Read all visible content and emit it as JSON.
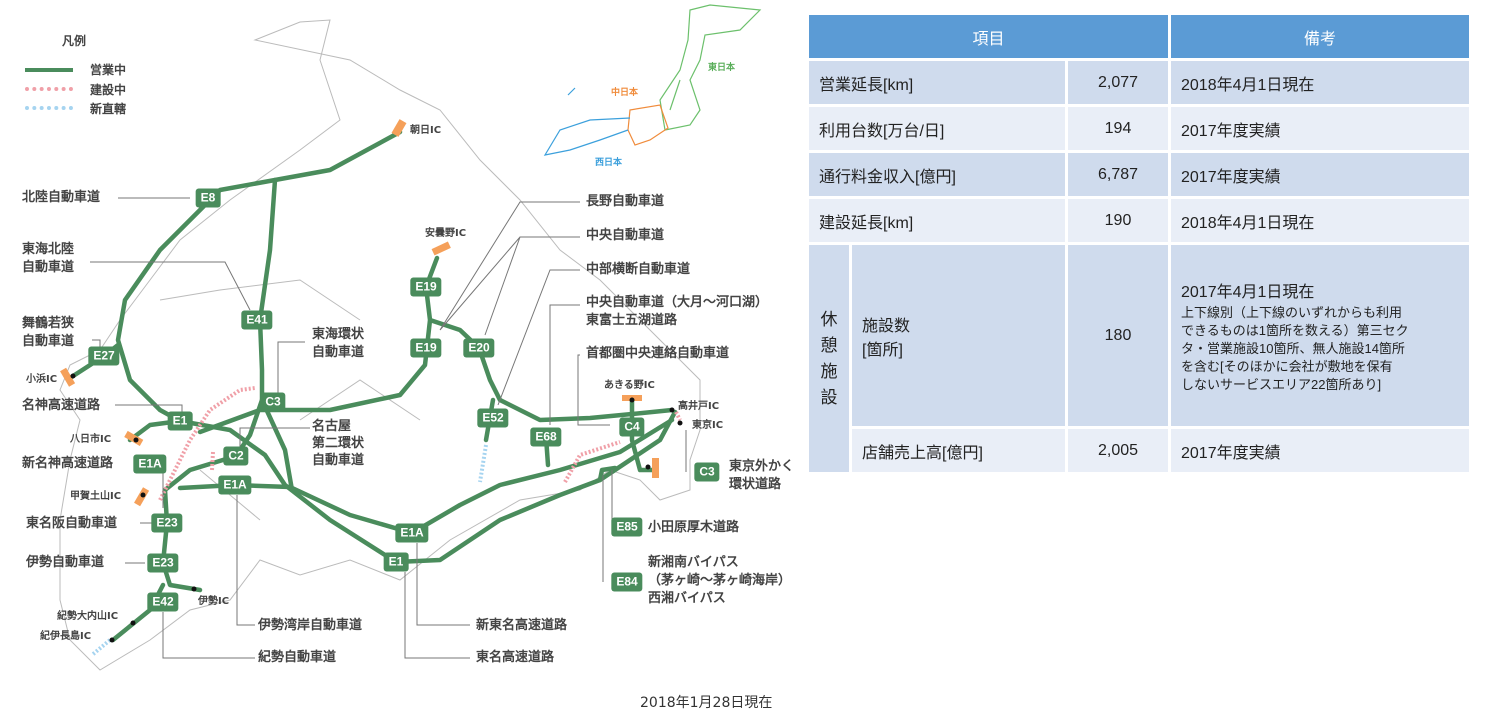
{
  "legend": {
    "title": "凡例",
    "items": [
      {
        "label": "営業中",
        "color": "#4a8c5c"
      },
      {
        "label": "建設中",
        "color": "#f0a0a8"
      },
      {
        "label": "新直轄",
        "color": "#a6d4f0"
      }
    ]
  },
  "inset": {
    "east": "東日本",
    "central": "中日本",
    "west": "西日本"
  },
  "shields": [
    "E8",
    "E41",
    "E27",
    "C3",
    "E1",
    "C2",
    "E1A",
    "E1A",
    "E23",
    "E23",
    "E42",
    "E19",
    "E19",
    "E20",
    "E52",
    "E68",
    "C4",
    "C3",
    "E1A",
    "E1",
    "E85",
    "E84"
  ],
  "roads": {
    "hokuriku": "北陸自動車道",
    "tokai_hokuriku": [
      "東海北陸",
      "自動車道"
    ],
    "maizuru": [
      "舞鶴若狭",
      "自動車道"
    ],
    "meishin": "名神高速道路",
    "shin_meishin": "新名神高速道路",
    "higashi_meihan": "東名阪自動車道",
    "ise": "伊勢自動車道",
    "isewangan": "伊勢湾岸自動車道",
    "kisei": "紀勢自動車道",
    "shin_tomei": "新東名高速道路",
    "tomei": "東名高速道路",
    "nagano": "長野自動車道",
    "chuo": "中央自動車道",
    "chubu_odan": "中部横断自動車道",
    "chuo_otsuki": "中央自動車道（大月～河口湖）",
    "higashi_fuji": "東富士五湖道路",
    "ken_o": "首都圏中央連絡自動車道",
    "gaikan": [
      "東京外かく",
      "環状道路"
    ],
    "odawara": "小田原厚木道路",
    "shonan": [
      "新湘南バイパス",
      "（茅ヶ崎～茅ヶ崎海岸）",
      "西湘バイパス"
    ],
    "tokai_kanjo": [
      "東海環状",
      "自動車道"
    ],
    "nagoya2": [
      "名古屋",
      "第二環状",
      "自動車道"
    ]
  },
  "ics": {
    "asahi": "朝日IC",
    "azumino": "安曇野IC",
    "obama": "小浜IC",
    "yokaichi": "八日市IC",
    "koka": "甲賀土山IC",
    "ise": "伊勢IC",
    "kisei_ouchiyama": "紀勢大内山IC",
    "kii_nagashima": "紀伊長島IC",
    "akiruno": "あきる野IC",
    "takaido": "高井戸IC",
    "tokyo": "東京IC"
  },
  "footer": "2018年1月28日現在",
  "table": {
    "headers": [
      "項目",
      "備考"
    ],
    "rows": [
      {
        "item": "営業延長[km]",
        "value": "2,077",
        "note": "2018年4月1日現在"
      },
      {
        "item": "利用台数[万台/日]",
        "value": "194",
        "note": "2017年度実績"
      },
      {
        "item": "通行料金収入[億円]",
        "value": "6,787",
        "note": "2017年度実績"
      },
      {
        "item": "建設延長[km]",
        "value": "190",
        "note": "2018年4月1日現在"
      }
    ],
    "group": {
      "label": "休\n憩\n施\n設",
      "label_chars": [
        "休",
        "憩",
        "施",
        "設"
      ],
      "rows": [
        {
          "item": [
            "施設数",
            "[箇所]"
          ],
          "value": "180",
          "note": "2017年4月1日現在",
          "note_detail": [
            "上下線別（上下線のいずれからも利用",
            "できるものは1箇所を数える）第三セク",
            "タ・営業施設10箇所、無人施設14箇所",
            "を含む[そのほかに会社が敷地を保有",
            "しないサービスエリア22箇所あり]"
          ]
        },
        {
          "item": "店舗売上高[億円]",
          "value": "2,005",
          "note": "2017年度実績"
        }
      ]
    }
  }
}
